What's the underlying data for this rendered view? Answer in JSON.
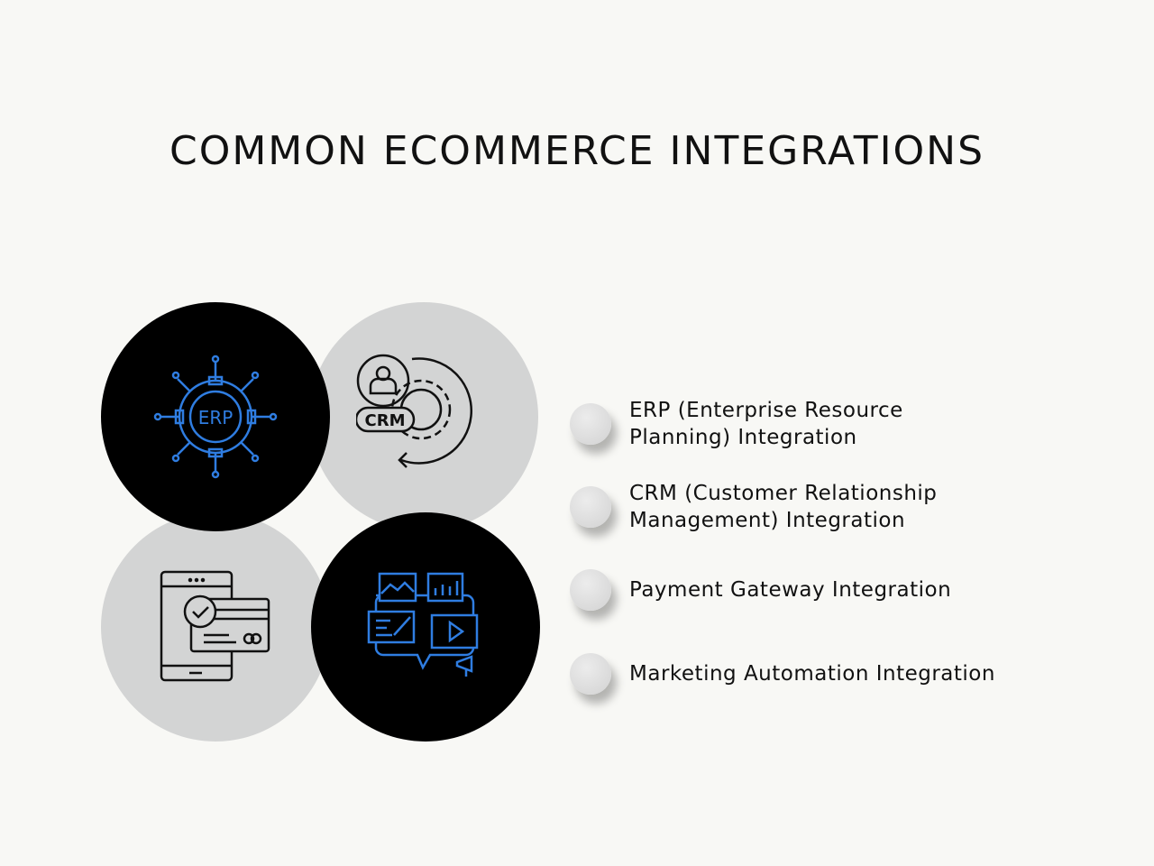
{
  "title": "COMMON ECOMMERCE INTEGRATIONS",
  "icons": {
    "erp_text": "ERP",
    "crm_text": "CRM"
  },
  "colors": {
    "accent_blue": "#2f7de1",
    "black": "#000000",
    "gray": "#d3d4d4",
    "background": "#f8f8f5"
  },
  "items": [
    {
      "label": "ERP (Enterprise Resource Planning) Integration"
    },
    {
      "label": "CRM (Customer Relationship Management) Integration"
    },
    {
      "label": "Payment Gateway Integration"
    },
    {
      "label": "Marketing Automation Integration"
    }
  ]
}
